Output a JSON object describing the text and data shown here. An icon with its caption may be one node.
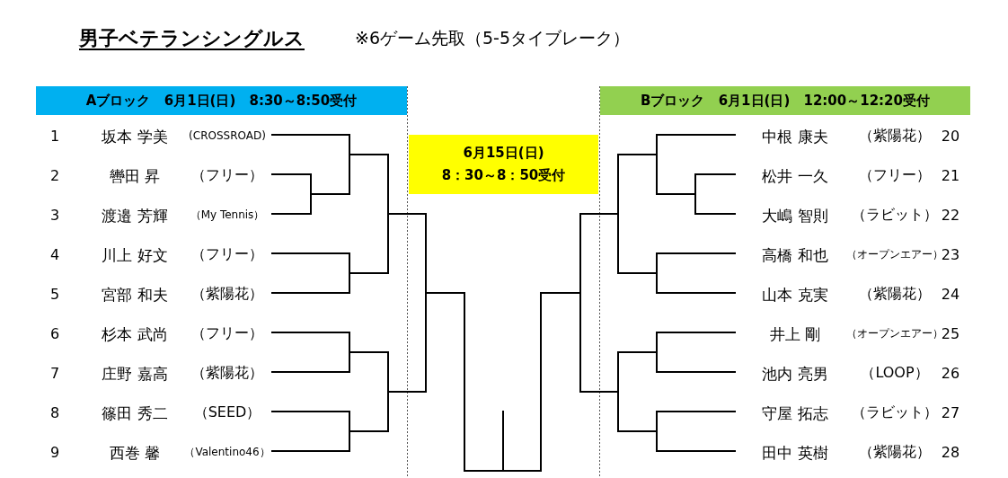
{
  "diagram": {
    "title": "男子ベテランシングルス",
    "nodes": [
      {
        "text": [
          "Aブロック 6月1日(日) 8:30～8:50受付"
        ]
      },
      {
        "text": [
          "Bブロック 6月1日(日) 12:00～12:20受付"
        ]
      },
      {
        "text": [
          "6月15日(日)",
          "8：30～8：50受付"
        ]
      }
    ],
    "labels": [
      "※6ゲーム先取（5-5タイブレーク）",
      "1",
      "坂本 学美",
      "(CROSSROAD)",
      "2",
      "轡田 昇",
      "（フリー）",
      "3",
      "渡邉 芳輝",
      "（My Tennis）",
      "4",
      "川上 好文",
      "（フリー）",
      "5",
      "宮部 和夫",
      "（紫陽花）",
      "6",
      "杉本 武尚",
      "（フリー）",
      "7",
      "庄野 嘉高",
      "（紫陽花）",
      "8",
      "篠田 秀二",
      "（SEED）",
      "9",
      "西巻 馨",
      "（Valentino46）",
      "中根 康夫",
      "（紫陽花）",
      "20",
      "松井 一久",
      "（フリー）",
      "21",
      "大嶋 智則",
      "（ラビット）",
      "22",
      "高橋 和也",
      "（オープンエアー）",
      "23",
      "山本 克実",
      "（紫陽花）",
      "24",
      "井上 剛",
      "（オープンエアー）",
      "25",
      "池内 亮男",
      "（LOOP）",
      "26",
      "守屋 拓志",
      "（ラビット）",
      "27",
      "田中 英樹",
      "（紫陽花）",
      "28"
    ]
  }
}
